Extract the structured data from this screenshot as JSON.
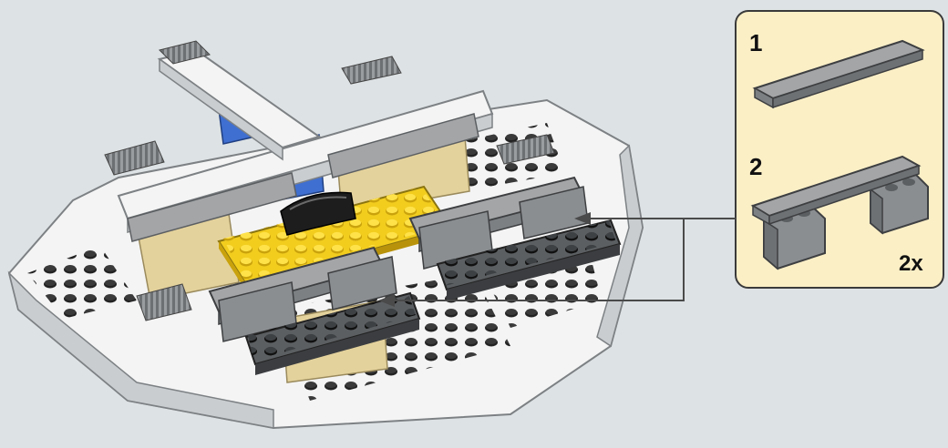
{
  "colors": {
    "background": "#dde2e4",
    "callout_fill": "#fbefc6",
    "callout_border": "#3a3a3a",
    "white_brick": "#f4f4f4",
    "white_brick_shade": "#c9cdd0",
    "light_gray_brick": "#a3a5a7",
    "dark_gray_brick": "#5c5f62",
    "yellow_plate": "#f2cd1e",
    "tan_brick": "#e4d29c",
    "blue_brick": "#3f6fd0",
    "black_tile": "#1d1d1d",
    "arrow": "#4a4a4a"
  },
  "callout": {
    "steps": [
      {
        "number": "1"
      },
      {
        "number": "2",
        "quantity": "2x"
      }
    ]
  }
}
